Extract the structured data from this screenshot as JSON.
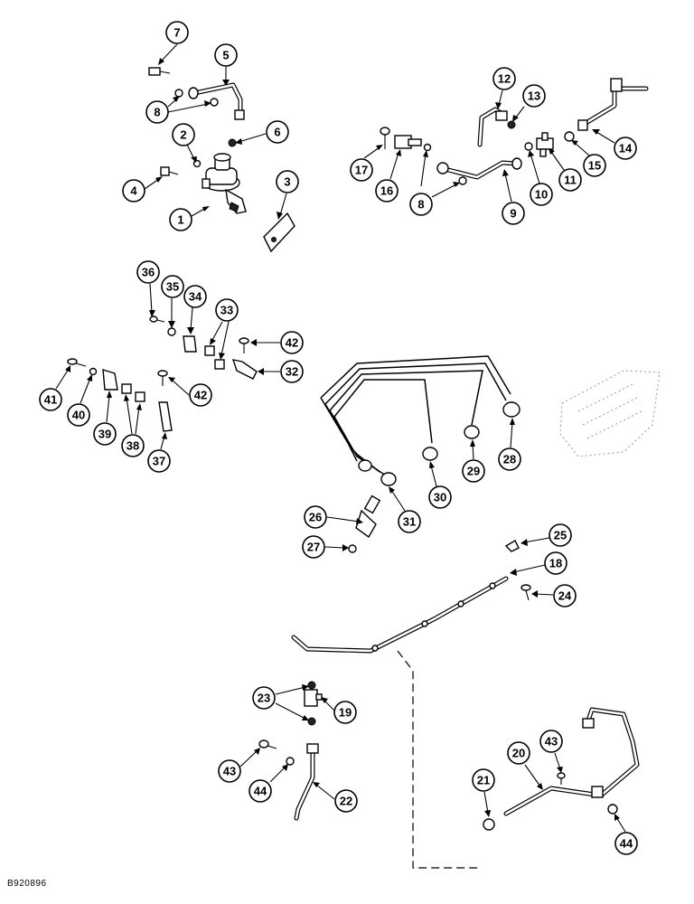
{
  "figure_code": "B920896",
  "callouts": [
    {
      "id": "c1",
      "label": "1"
    },
    {
      "id": "c2",
      "label": "2"
    },
    {
      "id": "c3",
      "label": "3"
    },
    {
      "id": "c4",
      "label": "4"
    },
    {
      "id": "c5",
      "label": "5"
    },
    {
      "id": "c6",
      "label": "6"
    },
    {
      "id": "c7",
      "label": "7"
    },
    {
      "id": "c8a",
      "label": "8"
    },
    {
      "id": "c8b",
      "label": "8"
    },
    {
      "id": "c9",
      "label": "9"
    },
    {
      "id": "c10",
      "label": "10"
    },
    {
      "id": "c11",
      "label": "11"
    },
    {
      "id": "c12",
      "label": "12"
    },
    {
      "id": "c13",
      "label": "13"
    },
    {
      "id": "c14",
      "label": "14"
    },
    {
      "id": "c15",
      "label": "15"
    },
    {
      "id": "c16",
      "label": "16"
    },
    {
      "id": "c17",
      "label": "17"
    },
    {
      "id": "c18",
      "label": "18"
    },
    {
      "id": "c19",
      "label": "19"
    },
    {
      "id": "c20",
      "label": "20"
    },
    {
      "id": "c21",
      "label": "21"
    },
    {
      "id": "c22",
      "label": "22"
    },
    {
      "id": "c23",
      "label": "23"
    },
    {
      "id": "c24",
      "label": "24"
    },
    {
      "id": "c25",
      "label": "25"
    },
    {
      "id": "c26",
      "label": "26"
    },
    {
      "id": "c27",
      "label": "27"
    },
    {
      "id": "c28",
      "label": "28"
    },
    {
      "id": "c29",
      "label": "29"
    },
    {
      "id": "c30",
      "label": "30"
    },
    {
      "id": "c31",
      "label": "31"
    },
    {
      "id": "c32",
      "label": "32"
    },
    {
      "id": "c33",
      "label": "33"
    },
    {
      "id": "c34",
      "label": "34"
    },
    {
      "id": "c35",
      "label": "35"
    },
    {
      "id": "c36",
      "label": "36"
    },
    {
      "id": "c37",
      "label": "37"
    },
    {
      "id": "c38",
      "label": "38"
    },
    {
      "id": "c39",
      "label": "39"
    },
    {
      "id": "c40",
      "label": "40"
    },
    {
      "id": "c41",
      "label": "41"
    },
    {
      "id": "c42a",
      "label": "42"
    },
    {
      "id": "c42b",
      "label": "42"
    },
    {
      "id": "c43a",
      "label": "43"
    },
    {
      "id": "c43b",
      "label": "43"
    },
    {
      "id": "c44a",
      "label": "44"
    },
    {
      "id": "c44b",
      "label": "44"
    }
  ]
}
